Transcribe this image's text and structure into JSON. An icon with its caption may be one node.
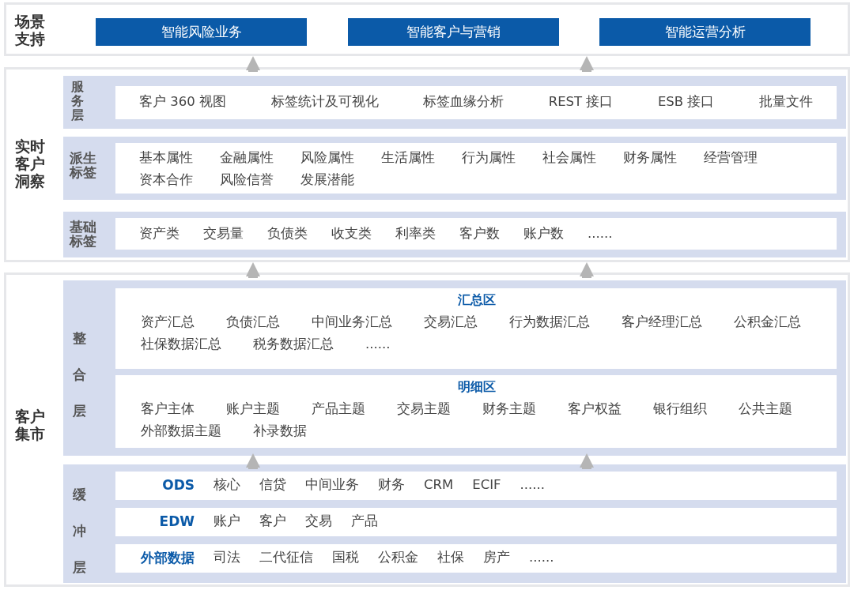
{
  "diagram": {
    "nodes": [
      {
        "text": [
          "场景支持"
        ]
      },
      {
        "text": [
          "智能风险业务"
        ],
        "in": 0
      },
      {
        "text": [
          "智能客户与营销"
        ],
        "in": 0
      },
      {
        "text": [
          "智能运营分析"
        ],
        "in": 0
      },
      {
        "text": [
          "实时客户洞察"
        ]
      },
      {
        "text": [
          "服务层"
        ],
        "in": 4
      },
      {
        "text": [
          "客户 360 视图",
          "标签统计及可视化",
          "标签血缘分析",
          "REST 接口",
          "ESB 接口",
          "批量文件"
        ],
        "in": 5
      },
      {
        "text": [
          "派生标签"
        ],
        "in": 4
      },
      {
        "text": [
          "基本属性",
          "金融属性",
          "风险属性",
          "生活属性",
          "行为属性",
          "社会属性",
          "财务属性",
          "经营管理",
          "资本合作",
          "风险信誉",
          "发展潜能"
        ],
        "in": 7
      },
      {
        "text": [
          "基础标签"
        ],
        "in": 4
      },
      {
        "text": [
          "资产类",
          "交易量",
          "负债类",
          "收支类",
          "利率类",
          "客户数",
          "账户数",
          "......"
        ],
        "in": 9
      },
      {
        "text": [
          "客户集市"
        ]
      },
      {
        "text": [
          "整合层"
        ],
        "in": 11
      },
      {
        "text": [
          "汇总区",
          "资产汇总",
          "负债汇总",
          "中间业务汇总",
          "交易汇总",
          "行为数据汇总",
          "客户经理汇总",
          "公积金汇总",
          "社保数据汇总",
          "税务数据汇总",
          "......"
        ],
        "in": 12
      },
      {
        "text": [
          "明细区",
          "客户主体",
          "账户主题",
          "产品主题",
          "交易主题",
          "财务主题",
          "客户权益",
          "银行组织",
          "公共主题",
          "外部数据主题",
          "补录数据"
        ],
        "in": 12
      },
      {
        "text": [
          "缓冲层"
        ],
        "in": 11
      },
      {
        "text": [
          "ODS",
          "核心",
          "信贷",
          "中间业务",
          "财务",
          "CRM",
          "ECIF",
          "......"
        ],
        "in": 15
      },
      {
        "text": [
          "EDW",
          "账户",
          "客户",
          "交易",
          "产品"
        ],
        "in": 15
      },
      {
        "text": [
          "外部数据",
          "司法",
          "二代征信",
          "国税",
          "公积金",
          "社保",
          "房产",
          "......"
        ],
        "in": 15
      }
    ],
    "edges": [
      {
        "from": 4,
        "to": 0,
        "arrow": "to"
      },
      {
        "from": 4,
        "to": 0,
        "arrow": "to"
      },
      {
        "from": 11,
        "to": 4,
        "arrow": "to"
      },
      {
        "from": 11,
        "to": 4,
        "arrow": "to"
      },
      {
        "from": 15,
        "to": 12,
        "arrow": "to"
      },
      {
        "from": 15,
        "to": 12,
        "arrow": "to"
      }
    ]
  }
}
